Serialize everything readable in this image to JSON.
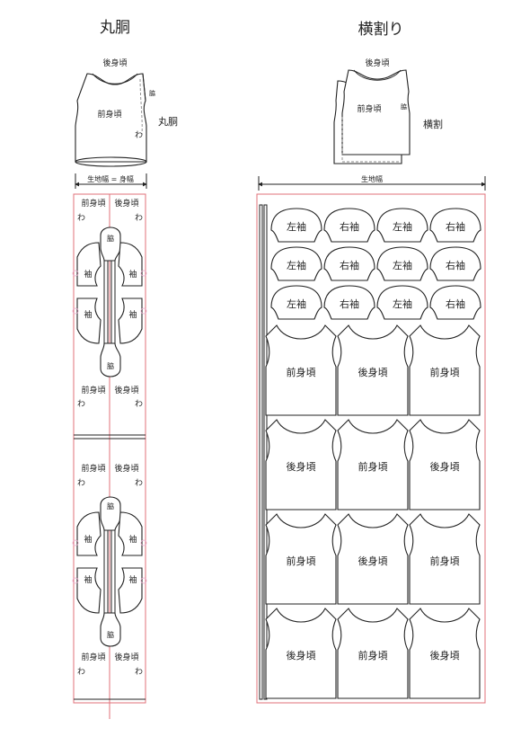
{
  "titles": {
    "left": "丸胴",
    "right": "横割り"
  },
  "left_diagram": {
    "back": "後身頃",
    "front": "前身頃",
    "side_small": "脇",
    "fold_mark": "わ",
    "side_label": "丸胴",
    "width_label": "生地幅 = 身幅"
  },
  "right_diagram": {
    "back": "後身頃",
    "front": "前身頃",
    "side_small": "脇",
    "side_label": "横割",
    "width_label": "生地幅"
  },
  "left_layout": {
    "front": "前身頃",
    "back": "後身頃",
    "fold_mark": "わ",
    "side": "脇",
    "sleeve": "袖"
  },
  "right_layout": {
    "sleeve_rows": [
      [
        "左袖",
        "右袖",
        "左袖",
        "右袖"
      ],
      [
        "左袖",
        "右袖",
        "左袖",
        "右袖"
      ],
      [
        "左袖",
        "右袖",
        "左袖",
        "右袖"
      ]
    ],
    "body_rows": [
      [
        "前身頃",
        "後身頃",
        "前身頃"
      ],
      [
        "後身頃",
        "前身頃",
        "後身頃"
      ],
      [
        "前身頃",
        "後身頃",
        "前身頃"
      ],
      [
        "後身頃",
        "前身頃",
        "後身頃"
      ]
    ]
  }
}
